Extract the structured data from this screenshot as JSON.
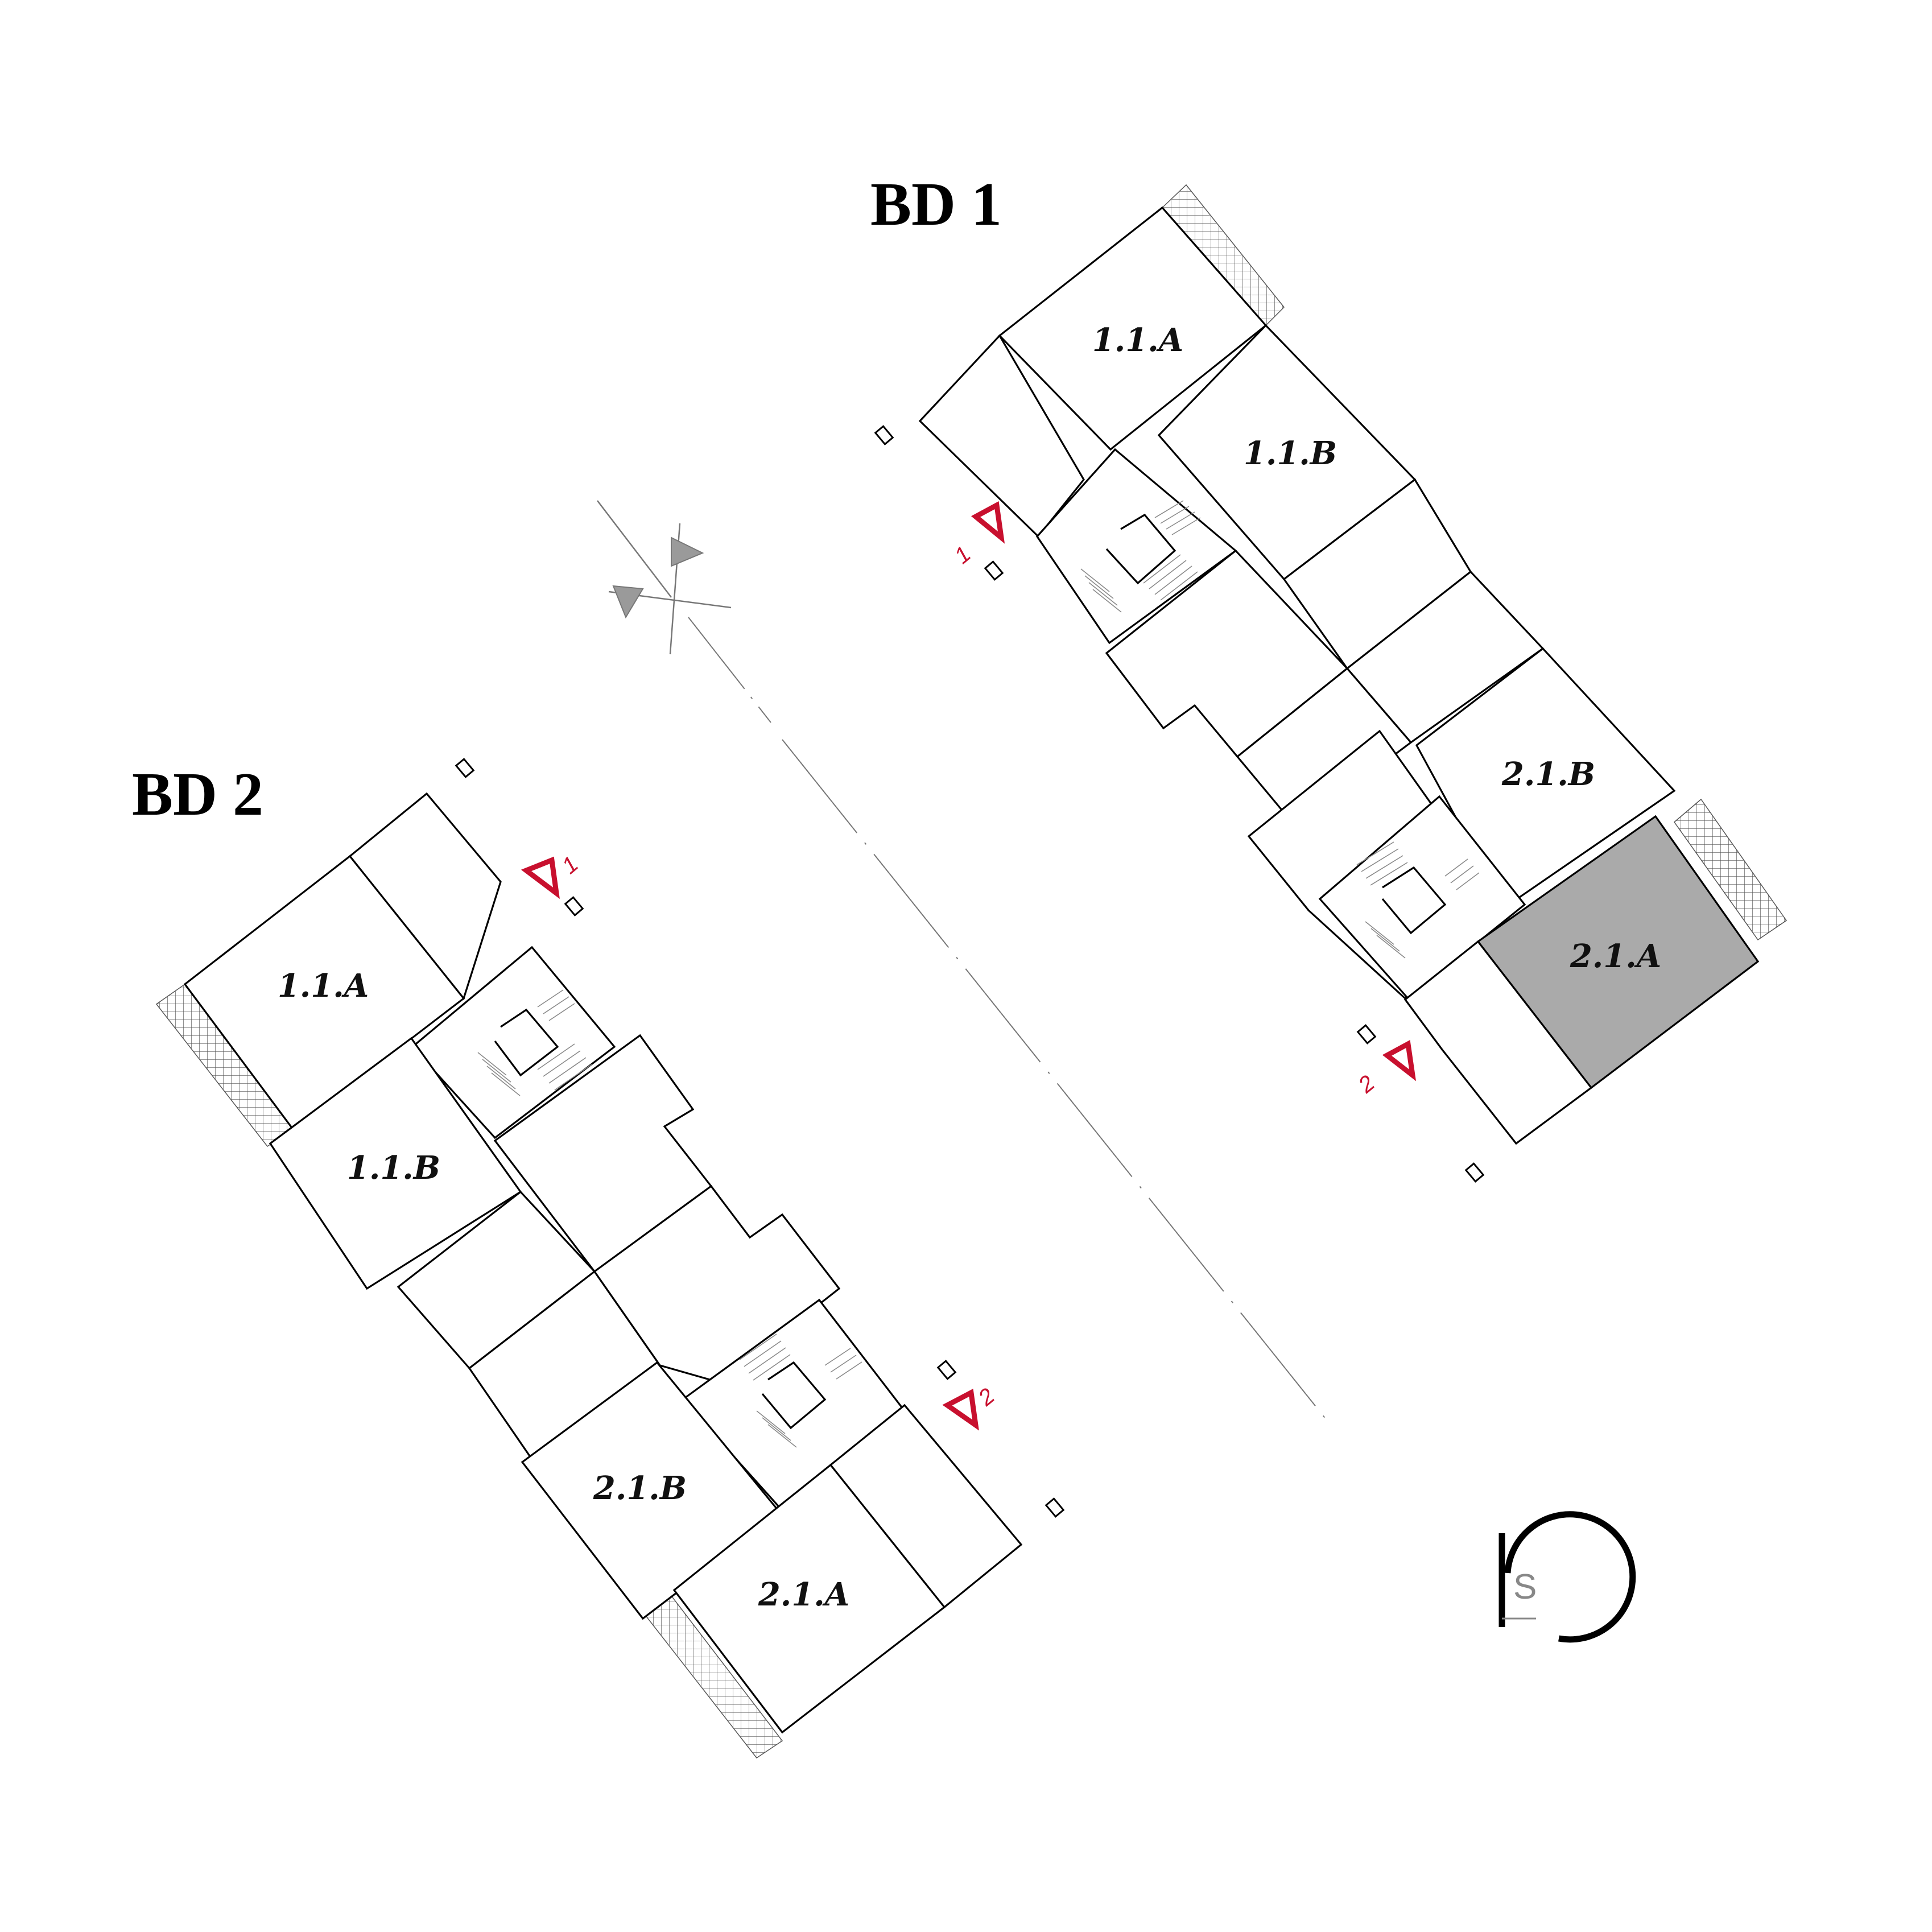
{
  "buildings": [
    {
      "title": "BD 1",
      "units": [
        {
          "label": "1.1.A",
          "highlighted": false
        },
        {
          "label": "1.1.B",
          "highlighted": false
        },
        {
          "label": "2.1.B",
          "highlighted": false
        },
        {
          "label": "2.1.A",
          "highlighted": true
        }
      ],
      "section_markers": [
        "1",
        "2"
      ]
    },
    {
      "title": "BD 2",
      "units": [
        {
          "label": "1.1.A",
          "highlighted": false
        },
        {
          "label": "1.1.B",
          "highlighted": false
        },
        {
          "label": "2.1.B",
          "highlighted": false
        },
        {
          "label": "2.1.A",
          "highlighted": true
        }
      ],
      "section_markers": [
        "1",
        "2"
      ]
    }
  ],
  "colors": {
    "highlight_fill": "#aaaaaa",
    "section_marker": "#c8102e",
    "hatch": "#555555",
    "compass": "#9a9a9a"
  },
  "icons": {
    "compass": "north-arrow-icon",
    "logo": "ls-logo-icon",
    "section_marker": "section-triangle-icon"
  },
  "logo": {
    "letters": "S"
  }
}
